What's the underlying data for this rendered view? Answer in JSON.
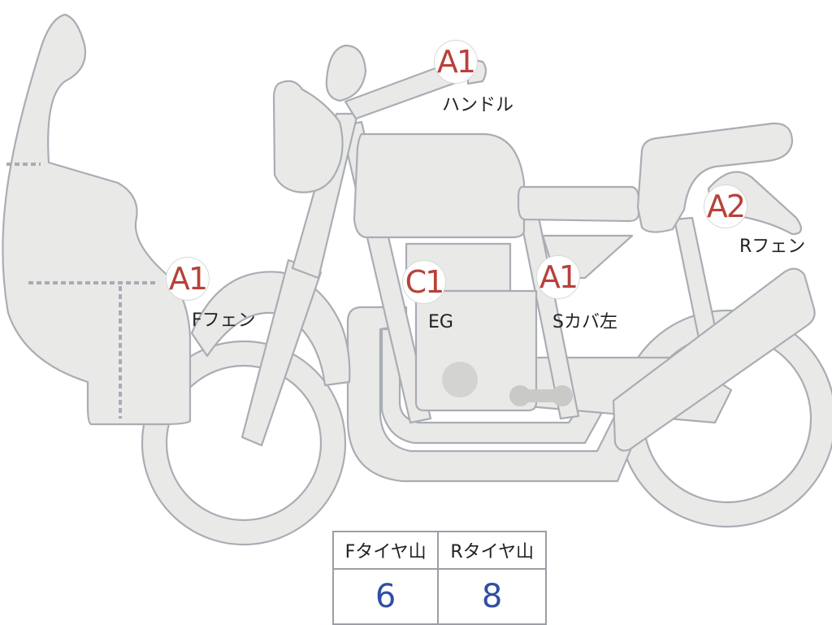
{
  "parts": [
    {
      "id": "handle",
      "grade": "A1",
      "label": "ハンドル"
    },
    {
      "id": "rear-fender",
      "grade": "A2",
      "label": "Rフェン"
    },
    {
      "id": "front-fender",
      "grade": "A1",
      "label": "Fフェン"
    },
    {
      "id": "engine",
      "grade": "C1",
      "label": "EG"
    },
    {
      "id": "side-cover-left",
      "grade": "A1",
      "label": "Sカバ左"
    }
  ],
  "tire_table": {
    "front_header": "Fタイヤ山",
    "rear_header": "Rタイヤ山",
    "front_value": "6",
    "rear_value": "8"
  },
  "colors": {
    "grade_text": "#b8413a",
    "tread_value": "#2f4fa3",
    "body_fill": "#e9e9e7",
    "outline": "#a9adb4"
  }
}
